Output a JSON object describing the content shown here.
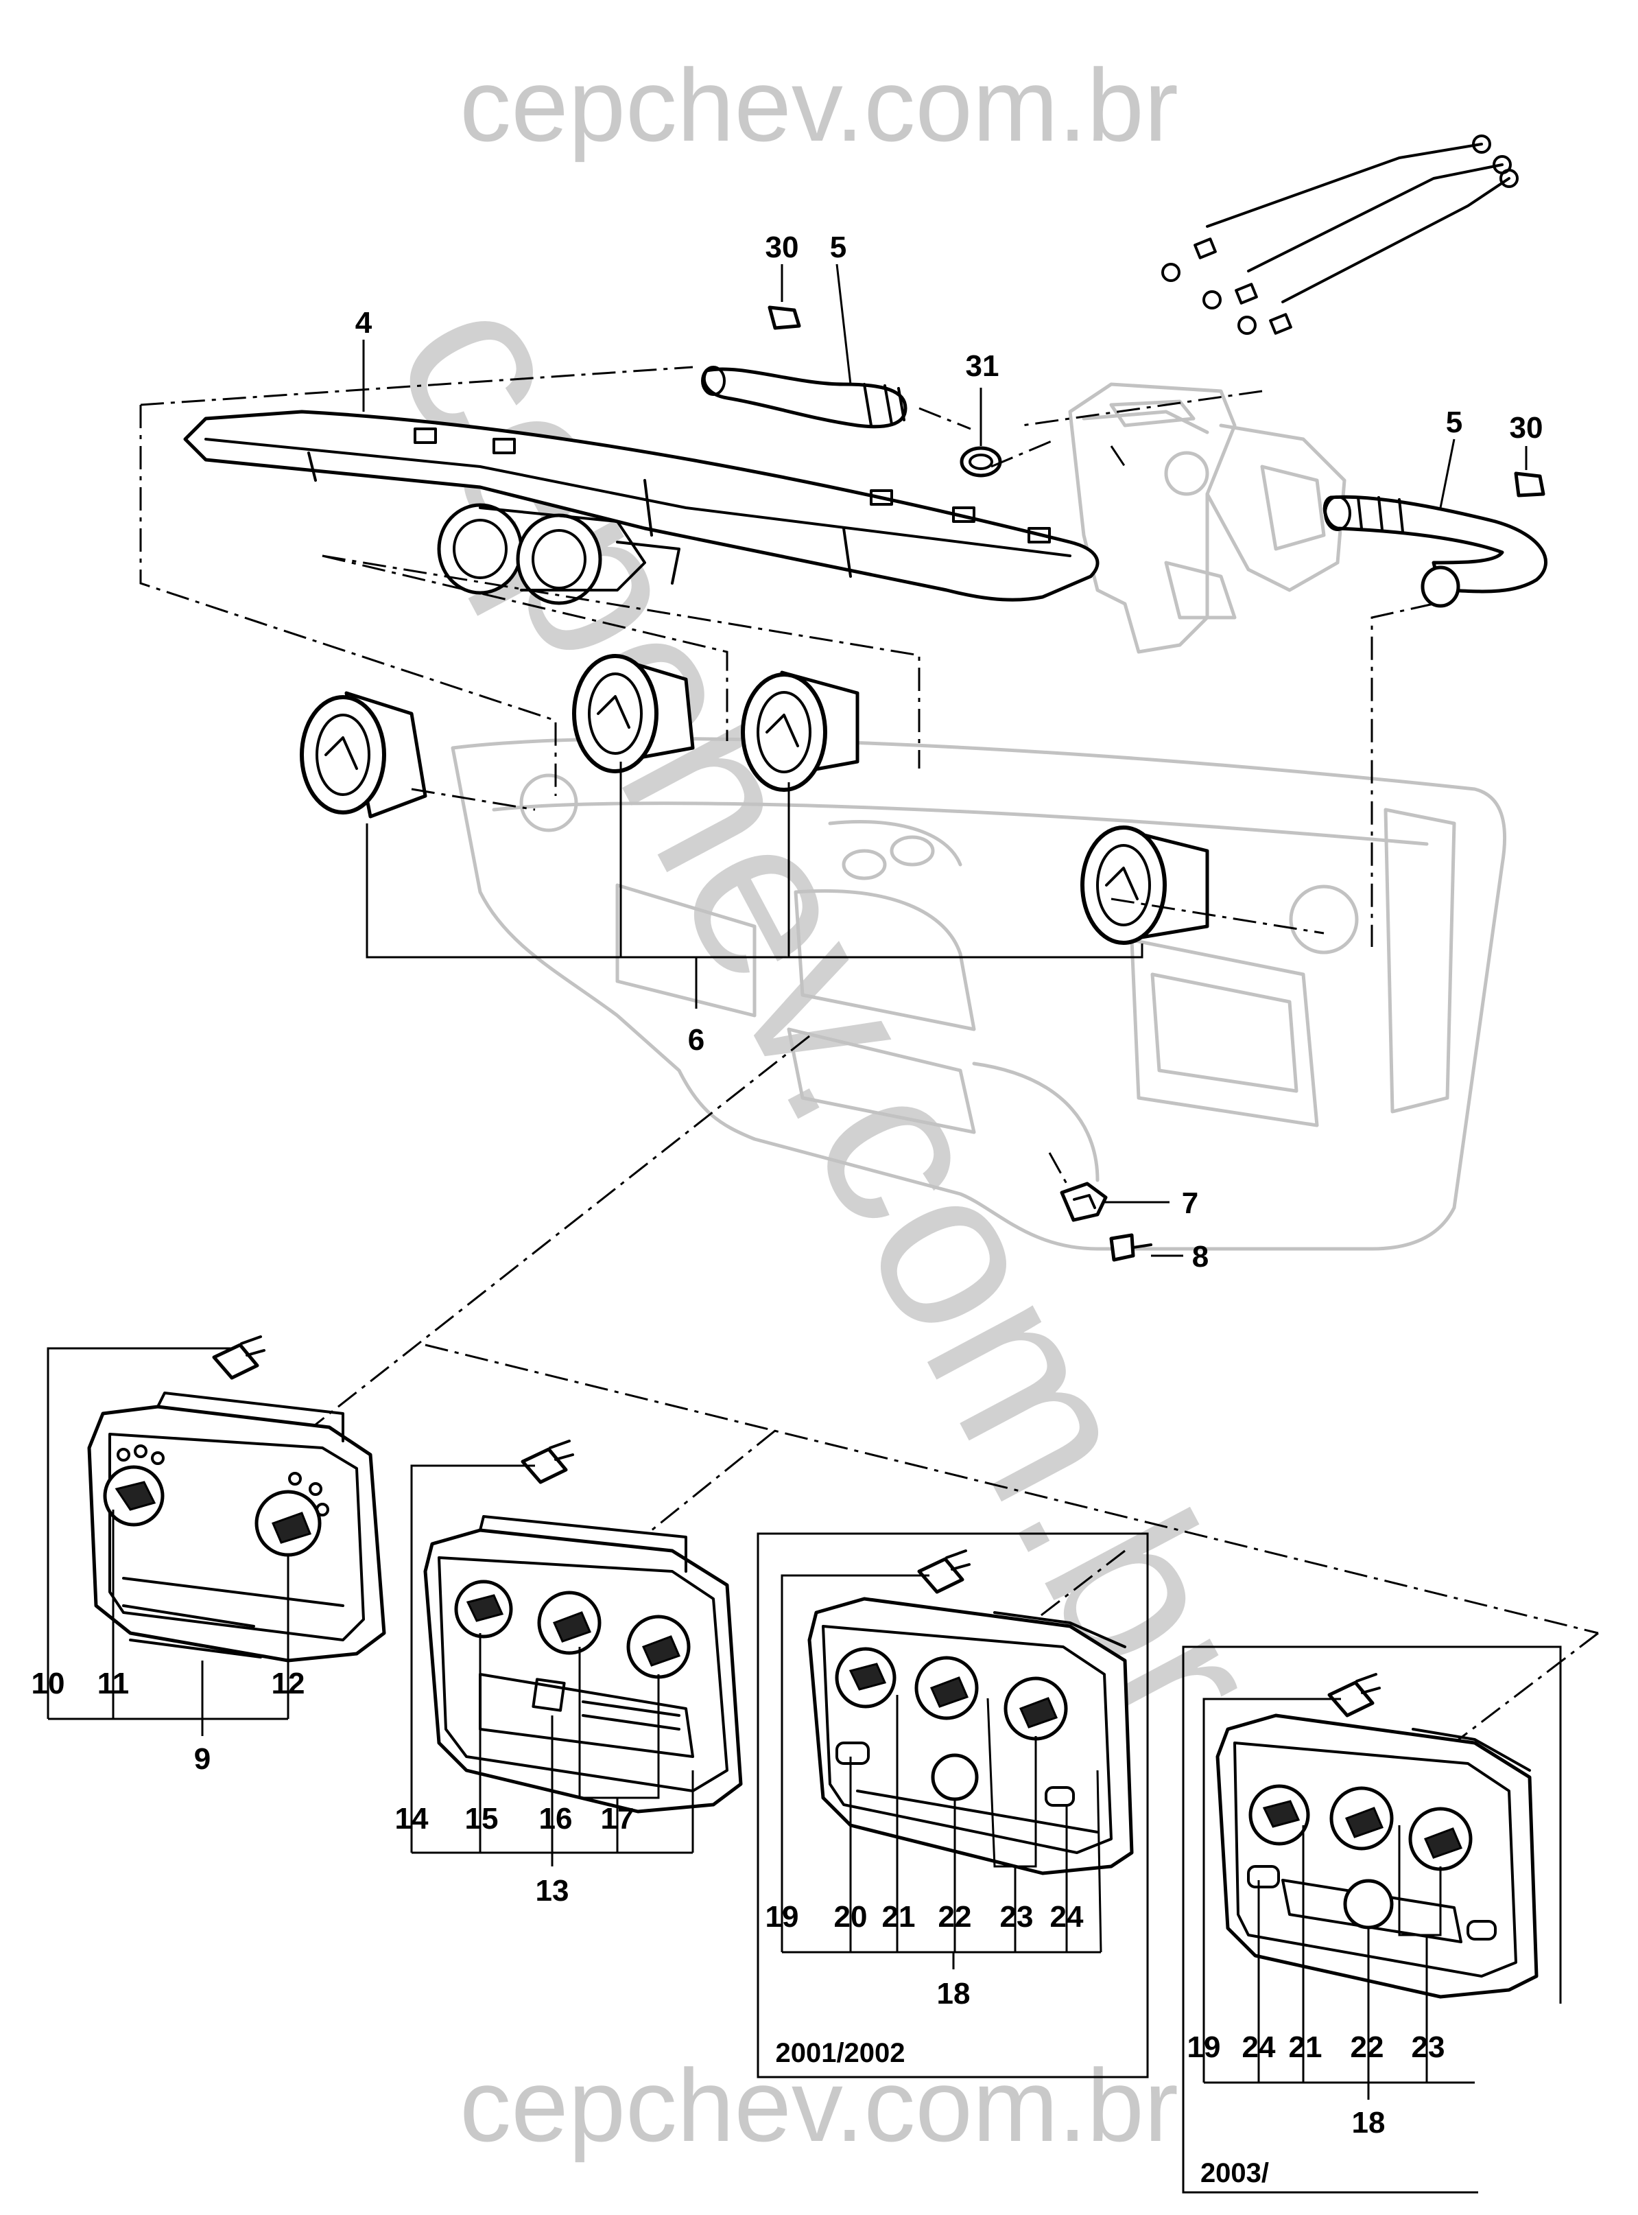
{
  "watermark": {
    "top": "cepchev.com.br",
    "bottom": "cepchev.com.br",
    "diagonal": "cepchev.com.br"
  },
  "part_labels": [
    {
      "id": "lbl-30a",
      "text": "30"
    },
    {
      "id": "lbl-5a",
      "text": "5"
    },
    {
      "id": "lbl-31",
      "text": "31"
    },
    {
      "id": "lbl-4",
      "text": "4"
    },
    {
      "id": "lbl-5b",
      "text": "5"
    },
    {
      "id": "lbl-30b",
      "text": "30"
    },
    {
      "id": "lbl-6",
      "text": "6"
    },
    {
      "id": "lbl-7",
      "text": "7"
    },
    {
      "id": "lbl-8",
      "text": "8"
    },
    {
      "id": "lbl-10",
      "text": "10"
    },
    {
      "id": "lbl-11",
      "text": "11"
    },
    {
      "id": "lbl-12",
      "text": "12"
    },
    {
      "id": "lbl-9",
      "text": "9"
    },
    {
      "id": "lbl-14",
      "text": "14"
    },
    {
      "id": "lbl-15",
      "text": "15"
    },
    {
      "id": "lbl-16",
      "text": "16"
    },
    {
      "id": "lbl-17",
      "text": "17"
    },
    {
      "id": "lbl-13",
      "text": "13"
    },
    {
      "id": "lbl-19a",
      "text": "19"
    },
    {
      "id": "lbl-20",
      "text": "20"
    },
    {
      "id": "lbl-21a",
      "text": "21"
    },
    {
      "id": "lbl-22a",
      "text": "22"
    },
    {
      "id": "lbl-23a",
      "text": "23"
    },
    {
      "id": "lbl-24a",
      "text": "24"
    },
    {
      "id": "lbl-18a",
      "text": "18"
    },
    {
      "id": "lbl-19b",
      "text": "19"
    },
    {
      "id": "lbl-24b",
      "text": "24"
    },
    {
      "id": "lbl-21b",
      "text": "21"
    },
    {
      "id": "lbl-22b",
      "text": "22"
    },
    {
      "id": "lbl-23b",
      "text": "23"
    },
    {
      "id": "lbl-18b",
      "text": "18"
    }
  ],
  "variant_boxes": [
    {
      "id": "box-2001",
      "label": "2001/2002"
    },
    {
      "id": "box-2003",
      "label": "2003/"
    }
  ]
}
